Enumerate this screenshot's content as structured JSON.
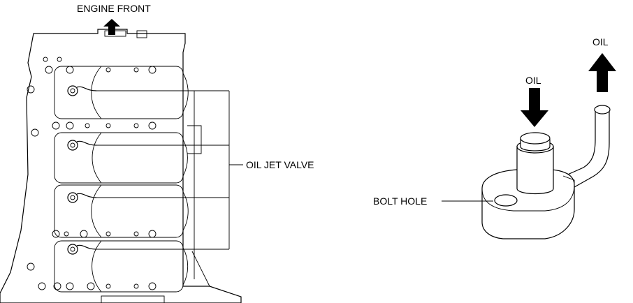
{
  "labels": {
    "engine_front": "ENGINE FRONT",
    "oil_jet_valve": "OIL JET VALVE",
    "oil_in": "OIL",
    "oil_out": "OIL",
    "bolt_hole": "BOLT HOLE"
  }
}
